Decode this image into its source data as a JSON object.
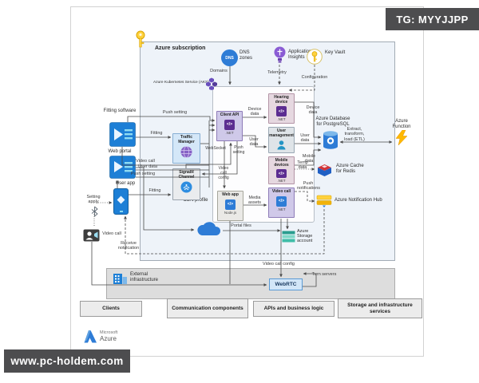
{
  "badge": {
    "text": "TG: MYYJJPP"
  },
  "watermark": {
    "text": "www.pc-holdem.com"
  },
  "logo": {
    "brand": "Microsoft",
    "product": "Azure"
  },
  "diagram": {
    "subscription_title": "Azure subscription",
    "aks_title": "Azure Kubernetes Service (AKS)",
    "icons": {
      "dotnet_glyph": "</>"
    },
    "top_services": {
      "dns": {
        "label": "DNS zones",
        "glyph": "DNS"
      },
      "app_insights": {
        "label": "Application Insights"
      },
      "key_vault": {
        "label": "Key Vault"
      }
    },
    "clients": {
      "fitting_software": "Fitting software",
      "web_portal": "Web portal",
      "user_app": "User app"
    },
    "components": {
      "traffic_manager": "Traffic Manager",
      "signalr": "SignalR Channel",
      "client_api": {
        "title": "Client API",
        "runtime": ".NET"
      },
      "hearing_device": {
        "title": "Hearing device",
        "runtime": ".NET"
      },
      "user_management": {
        "title": "User management"
      },
      "mobile_devices": {
        "title": "Mobile devices",
        "runtime": ".NET"
      },
      "video_call": {
        "title": "Video call",
        "runtime": ".NET"
      },
      "web_app": {
        "title": "Web app",
        "runtime": "Node.js"
      }
    },
    "services": {
      "postgres": "Azure Database for PostgreSQL",
      "function": "Azure Function",
      "redis": "Azure Cache for Redis",
      "notification_hub": "Azure Notification Hub",
      "storage": "Azure Storage account",
      "cdn": "CDN profile",
      "external_infra": "External infrastructure",
      "webrtc": "WebRTC"
    },
    "edge_labels": {
      "push_setting_fitting": "Push setting",
      "fitting": "Fitting",
      "video_call_left": "Video call",
      "user_data_left": "User data",
      "push_setting_portal": "Push setting",
      "fitting_app": "Fitting",
      "setting_apply": "Setting apply",
      "video_call_bottom": "Video call",
      "receive_notification": "Receive notification",
      "portal_files": "Portal files",
      "websocket": "WebSocket",
      "push_setting_api": "Push setting",
      "video_call_config_api": "Video call config",
      "device_data_api": "Device data",
      "user_data_api": "User data",
      "media_assets": "Media assets",
      "device_data_db": "Device data",
      "user_data_db": "User data",
      "mobile_data": "Mobile data",
      "temp_data": "Temp data",
      "push_notifications": "Push notifications",
      "domains": "Domains",
      "telemetry": "Telemetry",
      "configuration": "Configuration",
      "etl": "Extract, transform, load (ETL)",
      "video_call_config_webrtc": "Video call config",
      "turn_servers": "Turn servers"
    },
    "legend": [
      "Clients",
      "Communication components",
      "APIs and business logic",
      "Storage and infrastructure services"
    ],
    "colors": {
      "accent_blue": "#2e7cd6",
      "dotnet_purple": "#5c2d91",
      "subscription_bg": "#eef3f9",
      "badge_bg": "#4d4d4f"
    }
  }
}
